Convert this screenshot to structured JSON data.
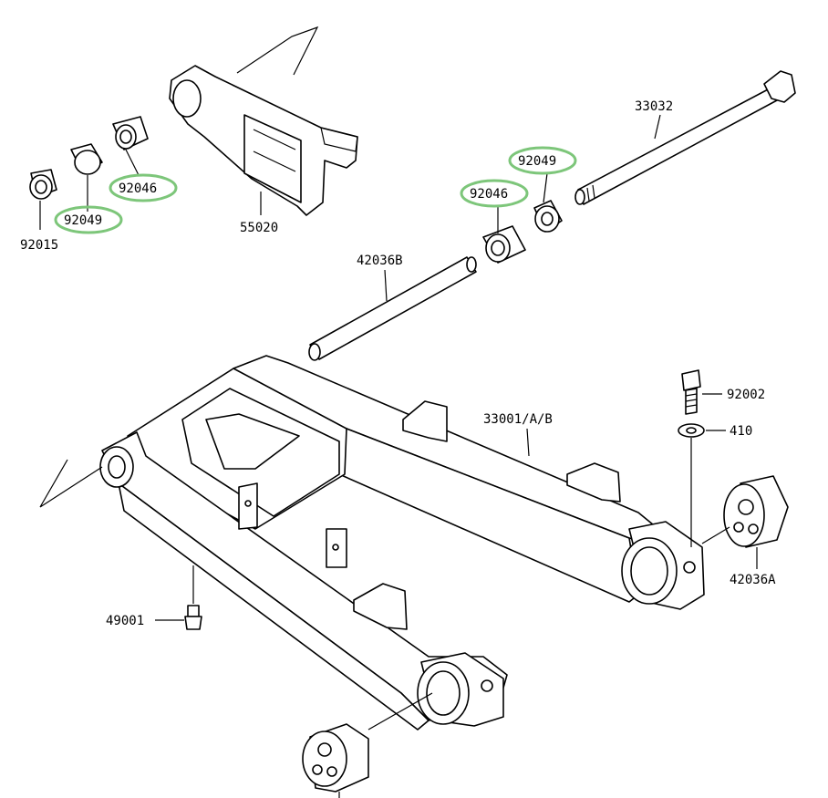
{
  "highlight_color": "#7dc67a",
  "parts": {
    "p33032": "33032",
    "p92049_right": "92049",
    "p92046_right": "92046",
    "p55020": "55020",
    "p92046_left": "92046",
    "p92049_left": "92049",
    "p92015": "92015",
    "p42036B": "42036B",
    "p33001": "33001/A/B",
    "p92002": "92002",
    "p410": "410",
    "p42036A": "42036A",
    "p49001": "49001"
  }
}
